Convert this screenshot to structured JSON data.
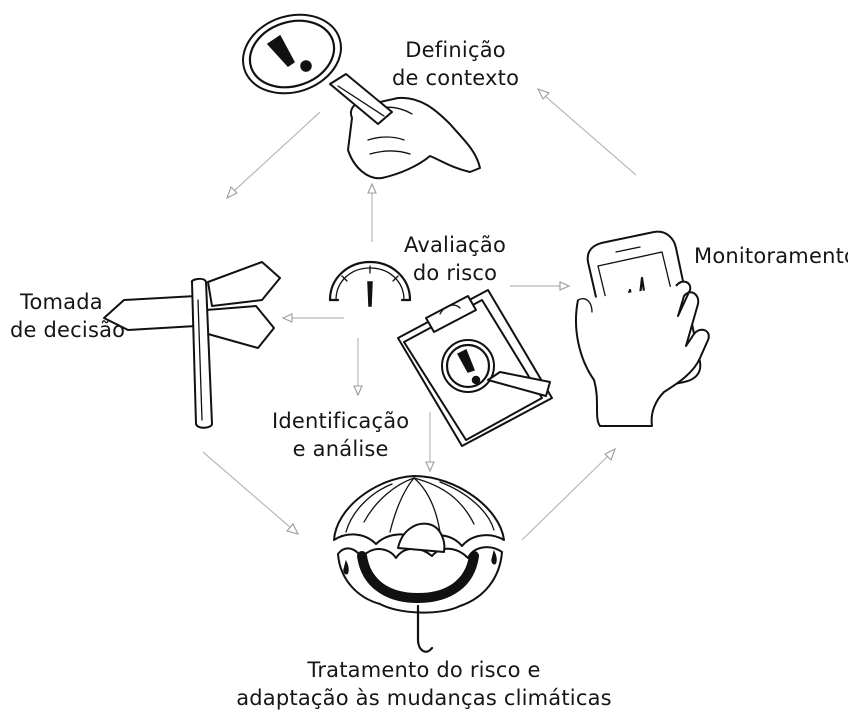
{
  "diagram": {
    "center_label": [
      "Avaliação",
      "do risco"
    ],
    "nodes": {
      "context": {
        "label": [
          "Definição",
          "de contexto"
        ],
        "icon": "magnifying-glass-icon"
      },
      "monitoring": {
        "label": [
          "Monitoramento"
        ],
        "icon": "smartphone-heartbeat-icon"
      },
      "treatment": {
        "label": [
          "Tratamento do risco e",
          "adaptação às mudanças climáticas"
        ],
        "icon": "umbrella-icon"
      },
      "decision": {
        "label": [
          "Tomada",
          "de decisão"
        ],
        "icon": "signpost-icon"
      },
      "identification": {
        "label": [
          "Identificação",
          "e análise"
        ],
        "icon": "gauge-icon"
      }
    },
    "clipboard_icon": "clipboard-warning-icon",
    "colors": {
      "ink": "#111111",
      "arrow": "#b8b8b8",
      "background": "#ffffff"
    }
  }
}
